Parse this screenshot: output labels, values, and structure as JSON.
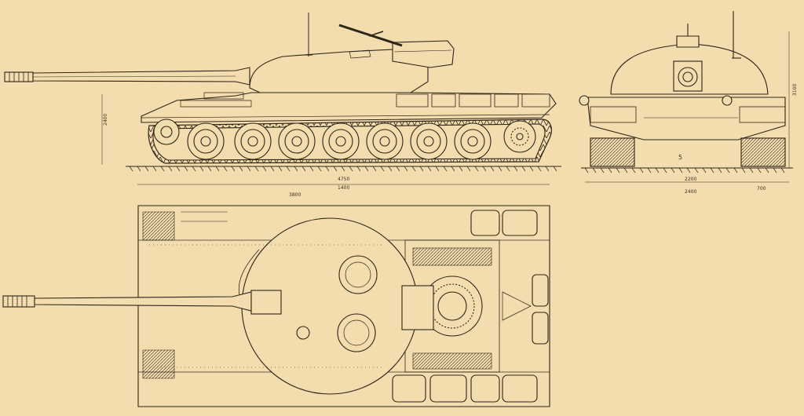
{
  "drawing": {
    "paper_color": "#f3dcae",
    "ink_color": "#2e2519",
    "side_view": {
      "dimensions": {
        "overall_length": "4750",
        "sub_length": "1400",
        "height": "2400"
      },
      "road_wheel_count": 7
    },
    "front_view": {
      "dimensions": {
        "track_width": "2200",
        "overall_width": "2400",
        "track_shoe_width": "700",
        "height": "3100"
      },
      "hull_mark": "5"
    },
    "top_view": {
      "dimensions": {
        "hull_length": "3800"
      }
    }
  }
}
